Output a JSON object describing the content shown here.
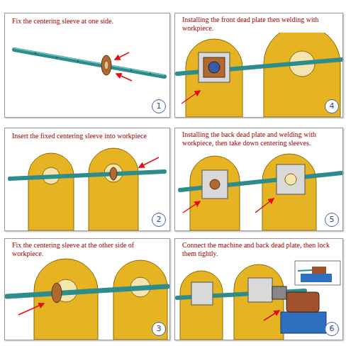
{
  "diagram": {
    "nodes": [
      {
        "text": [
          "Fix the centering sleeve at one side.",
          "1"
        ]
      },
      {
        "text": [
          "Insert the fixed centering sleeve into workpiece",
          "2"
        ]
      },
      {
        "text": [
          "Fix the centering sleeve at the other side of workpiece.",
          "3"
        ]
      },
      {
        "text": [
          "Installing the front dead plate then welding with workpiece.",
          "4"
        ]
      },
      {
        "text": [
          "Installing the back dead plate and welding with workpiece, then take down centering sleeves.",
          "5"
        ]
      },
      {
        "text": [
          "Connect the machine and back dead plate, then lock them tightly.",
          "6"
        ]
      }
    ]
  }
}
